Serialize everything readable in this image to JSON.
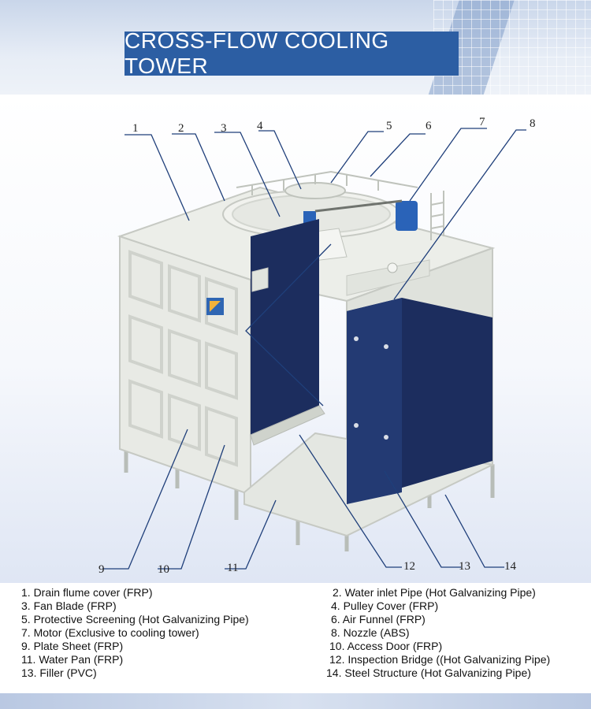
{
  "title": "CROSS-FLOW COOLING TOWER",
  "callouts": [
    "1",
    "2",
    "3",
    "4",
    "5",
    "6",
    "7",
    "8",
    "9",
    "10",
    "11",
    "12",
    "13",
    "14"
  ],
  "legend": [
    "1. Drain flume cover (FRP)",
    "2. Water inlet Pipe (Hot Galvanizing Pipe)",
    "3. Fan Blade (FRP)",
    "4. Pulley Cover (FRP)",
    "5. Protective Screening (Hot Galvanizing Pipe)",
    "6. Air Funnel (FRP)",
    "7. Motor (Exclusive to cooling tower)",
    "8. Nozzle (ABS)",
    "9. Plate Sheet (FRP)",
    "10. Access Door (FRP)",
    "11. Water Pan (FRP)",
    "12. Inspection Bridge ((Hot Galvanizing Pipe)",
    "13. Filler (PVC)",
    "14. Steel Structure (Hot Galvanizing Pipe)"
  ],
  "colors": {
    "title_bg": "#2c5ea3",
    "filler": "#1c2d5e",
    "casing": "#e9ebe6"
  }
}
